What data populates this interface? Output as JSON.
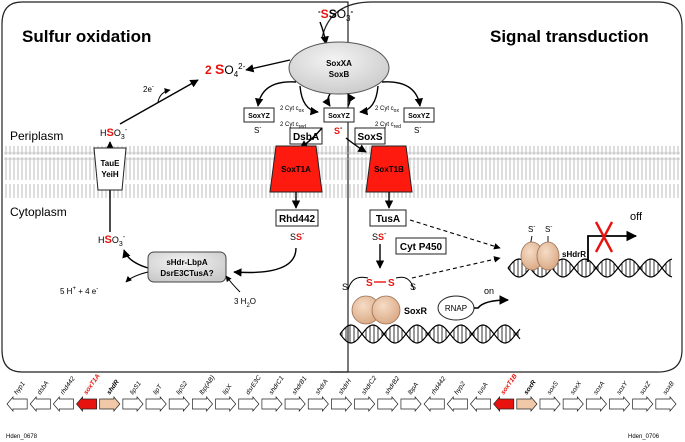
{
  "panels": {
    "left_title": "Sulfur oxidation",
    "right_title": "Signal transduction"
  },
  "compartments": {
    "periplasm": "Periplasm",
    "cytoplasm": "Cytoplasm"
  },
  "molecules": {
    "thiosulfate_s1": "-",
    "thiosulfate_s2": "S",
    "thiosulfate_s3": "S",
    "thiosulfate_o": "O",
    "thiosulfate_sub": "3",
    "thiosulfate_sup": "-",
    "sulfate_coef": "2 ",
    "sulfate_s": "S",
    "sulfate_o": "O",
    "sulfate_sub": "4",
    "sulfate_sup": "2-",
    "electrons_2": "2e",
    "electrons_2_sup": "-",
    "sulfite_top_h": "H",
    "sulfite_top_s": "S",
    "sulfite_top_o": "O",
    "sulfite_top_sub": "3",
    "sulfite_top_sup": "-",
    "sulfite_bot_h": "H",
    "sulfite_bot_s": "S",
    "sulfite_bot_o": "O",
    "sulfite_bot_sub": "3",
    "sulfite_bot_sup": "-",
    "protons": "5 H",
    "protons_sup": "+",
    "protons_rest": " + 4 e",
    "protons_e_sup": "-",
    "water": "3 H",
    "water_sub": "2",
    "water_o": "O",
    "cyt_ox_a": "2 Cyt c",
    "cyt_ox_a_sub": "ox",
    "cyt_red_a": "2 Cyt c",
    "cyt_red_a_sub": "red",
    "cyt_ox_b": "2 Cyt c",
    "cyt_ox_b_sub": "ox",
    "cyt_red_b": "2 Cyt c",
    "cyt_red_b_sub": "red",
    "s_minus_label": "S",
    "s_minus_sup": "-",
    "rhd_ss": "S",
    "rhd_ss_red": "S",
    "rhd_ss_sup": "-",
    "tusa_ss": "S",
    "tusa_ss_red": "S",
    "tusa_ss_sup": "-",
    "soxr_s_left": "S",
    "soxr_s_mid1": "S",
    "soxr_s_mid2": "S",
    "soxr_s_right": "S",
    "hdrr_s1": "S",
    "hdrr_s2": "S",
    "hdrr_sup": "-"
  },
  "proteins": {
    "soxxa": "SoxXA",
    "soxb": "SoxB",
    "soxyz": "SoxYZ",
    "dsba": "DsbA",
    "soxs": "SoxS",
    "soxt1a": "SoxT1A",
    "soxt1b": "SoxT1B",
    "taue": "TauE",
    "yeih": "YeiH",
    "rhd442": "Rhd442",
    "tusa": "TusA",
    "cytp450": "Cyt P450",
    "shdr_line1": "sHdr-LbpA",
    "shdr_line2": "DsrE3CTusA?",
    "soxr": "SoxR",
    "rnap": "RNAP",
    "shdrr": "sHdrR"
  },
  "regulation": {
    "on": "on",
    "off": "off"
  },
  "genes": [
    {
      "label": "hyp1",
      "color": "#ffffff",
      "text_color": "#000000"
    },
    {
      "label": "dsbA",
      "color": "#ffffff",
      "text_color": "#000000"
    },
    {
      "label": "rhd442",
      "color": "#ffffff",
      "text_color": "#000000"
    },
    {
      "label": "soxT1A",
      "color": "#e8130f",
      "text_color": "#e8130f"
    },
    {
      "label": "shdR",
      "color": "#f1c9a8",
      "text_color": "#000000"
    },
    {
      "label": "lipS1",
      "color": "#ffffff",
      "text_color": "#000000"
    },
    {
      "label": "lipT",
      "color": "#ffffff",
      "text_color": "#000000"
    },
    {
      "label": "lipS2",
      "color": "#ffffff",
      "text_color": "#000000"
    },
    {
      "label": "lbp(AB)",
      "color": "#ffffff",
      "text_color": "#000000"
    },
    {
      "label": "lipX",
      "color": "#ffffff",
      "text_color": "#000000"
    },
    {
      "label": "dsrE3C",
      "color": "#ffffff",
      "text_color": "#000000"
    },
    {
      "label": "shdrC1",
      "color": "#ffffff",
      "text_color": "#000000"
    },
    {
      "label": "shdrB1",
      "color": "#ffffff",
      "text_color": "#000000"
    },
    {
      "label": "shdrA",
      "color": "#ffffff",
      "text_color": "#000000"
    },
    {
      "label": "shdrH",
      "color": "#ffffff",
      "text_color": "#000000"
    },
    {
      "label": "shdrC2",
      "color": "#ffffff",
      "text_color": "#000000"
    },
    {
      "label": "shdrB2",
      "color": "#ffffff",
      "text_color": "#000000"
    },
    {
      "label": "lbpA",
      "color": "#ffffff",
      "text_color": "#000000"
    },
    {
      "label": "rhd442",
      "color": "#ffffff",
      "text_color": "#000000"
    },
    {
      "label": "hyp2",
      "color": "#ffffff",
      "text_color": "#000000"
    },
    {
      "label": "tusA",
      "color": "#ffffff",
      "text_color": "#000000"
    },
    {
      "label": "soxT1B",
      "color": "#e8130f",
      "text_color": "#e8130f"
    },
    {
      "label": "soxR",
      "color": "#f1c9a8",
      "text_color": "#000000"
    },
    {
      "label": "soxS",
      "color": "#ffffff",
      "text_color": "#000000"
    },
    {
      "label": "soxX",
      "color": "#ffffff",
      "text_color": "#000000"
    },
    {
      "label": "soxA",
      "color": "#ffffff",
      "text_color": "#000000"
    },
    {
      "label": "soxY",
      "color": "#ffffff",
      "text_color": "#000000"
    },
    {
      "label": "soxZ",
      "color": "#ffffff",
      "text_color": "#000000"
    },
    {
      "label": "soxB",
      "color": "#ffffff",
      "text_color": "#000000"
    }
  ],
  "locus": {
    "start": "Hden_0678",
    "end": "Hden_0706"
  },
  "colors": {
    "sulfur_red": "#e8130f",
    "transporter_red": "#ff1a10",
    "regulator_tan": "#f1c9a8",
    "soxxa_gray": "#e6e6e6"
  }
}
